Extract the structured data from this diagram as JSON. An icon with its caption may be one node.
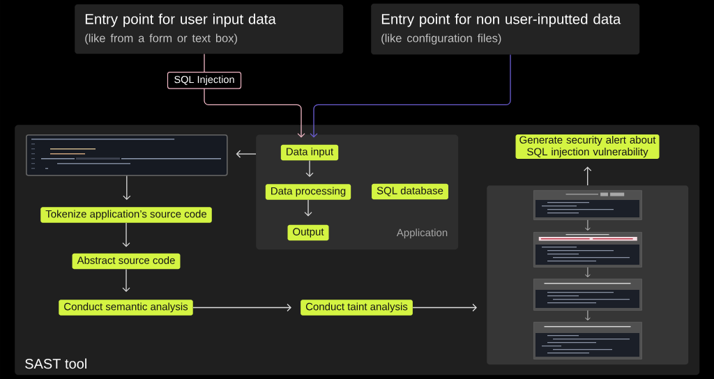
{
  "diagram": {
    "nodes": [
      {
        "text": [
          "Entry point for user input data",
          "(like from a form or text box)"
        ]
      },
      {
        "text": [
          "Entry point for non user-inputted data",
          "(like configuration files)"
        ]
      },
      {
        "text": [
          "SAST tool"
        ]
      },
      {
        "text": [],
        "shape": "picture",
        "in": 2
      },
      {
        "text": [
          "Application"
        ],
        "in": 2
      },
      {
        "text": [
          "Data input"
        ],
        "in": 4
      },
      {
        "text": [
          "Data processing"
        ],
        "in": 4
      },
      {
        "text": [
          "SQL database"
        ],
        "in": 4
      },
      {
        "text": [
          "Output"
        ],
        "in": 4
      },
      {
        "text": [
          "Tokenize application’s source code"
        ],
        "in": 2
      },
      {
        "text": [
          "Abstract source code"
        ],
        "in": 2
      },
      {
        "text": [
          "Conduct semantic analysis"
        ],
        "in": 2
      },
      {
        "text": [
          "Conduct taint analysis"
        ],
        "in": 2
      },
      {
        "text": [
          "Generate security alert about SQL injection vulnerability"
        ],
        "in": 2
      },
      {
        "text": [],
        "shape": "box",
        "in": 2
      },
      {
        "text": [],
        "shape": "picture",
        "in": 14
      },
      {
        "text": [],
        "shape": "picture",
        "in": 14
      },
      {
        "text": [],
        "shape": "picture",
        "in": 14
      },
      {
        "text": [],
        "shape": "picture",
        "in": 14
      }
    ],
    "edges": [
      {
        "from": 0,
        "to": 5,
        "arrow": "to",
        "label": "SQL Injection",
        "color": "#f2b8c6"
      },
      {
        "from": 1,
        "to": 5,
        "arrow": "to",
        "color": "#6d5fd6"
      },
      {
        "from": 4,
        "to": 3,
        "arrow": "to"
      },
      {
        "from": 5,
        "to": 6,
        "arrow": "to"
      },
      {
        "from": 6,
        "to": 8,
        "arrow": "to"
      },
      {
        "from": 3,
        "to": 9,
        "arrow": "to"
      },
      {
        "from": 9,
        "to": 10,
        "arrow": "to"
      },
      {
        "from": 10,
        "to": 11,
        "arrow": "to"
      },
      {
        "from": 11,
        "to": 12,
        "arrow": "to"
      },
      {
        "from": 12,
        "to": 14,
        "arrow": "to"
      },
      {
        "from": 14,
        "to": 13,
        "arrow": "to"
      },
      {
        "from": 15,
        "to": 16,
        "arrow": "to"
      },
      {
        "from": 16,
        "to": 17,
        "arrow": "to"
      },
      {
        "from": 17,
        "to": 18,
        "arrow": "to"
      }
    ]
  }
}
